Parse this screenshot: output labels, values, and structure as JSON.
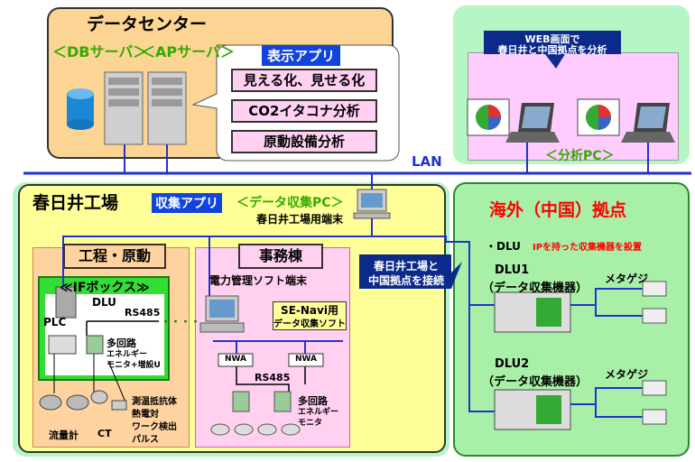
{
  "datacenter": {
    "title": "データセンター",
    "db_server": "＜DBサーバ＞",
    "ap_server": "＜APサーバ＞",
    "app_title": "表示アプリ",
    "apps": [
      "見える化、見せる化",
      "CO2イタコナ分析",
      "原動設備分析"
    ]
  },
  "analysis": {
    "callout_line1": "WEB画面で",
    "callout_line2": "春日井と中国拠点を分析",
    "pc_label": "＜分析PC＞"
  },
  "lan_label": "LAN",
  "kasugai": {
    "title": "春日井工場",
    "collect_app": "収集アプリ",
    "collect_pc": "＜データ収集PC＞",
    "collect_pc_sub": "春日井工場用端末",
    "process": {
      "title": "工程・原動",
      "if_box": "≪IFボックス≫",
      "plc": "PLC",
      "dlu": "DLU",
      "rs485": "RS485",
      "dots": "・・・・",
      "multi_line1": "多回路",
      "multi_line2": "エネルギー",
      "multi_line3": "モニタ+増設U",
      "sensors": [
        "測温抵抗体",
        "熱電対",
        "ワーク検出",
        "パルス"
      ],
      "flow": "流量計",
      "ct": "CT"
    },
    "office": {
      "title": "事務棟",
      "terminal": "電力管理ソフト端末",
      "soft_line1": "SE-Navi用",
      "soft_line2": "データ収集ソフト",
      "nwa": "NWA",
      "rs485": "RS485",
      "multi_line1": "多回路",
      "multi_line2": "エネルギー",
      "multi_line3": "モニタ"
    }
  },
  "connect_line1": "春日井工場と",
  "connect_line2": "中国拠点を接続",
  "overseas": {
    "title": "海外（中国）拠点",
    "note_prefix": "・DLU",
    "note_red": "IPを持った収集機器を設置",
    "dlu1_line1": "DLU1",
    "dlu1_line2": "（データ収集機器）",
    "dlu2_line1": "DLU2",
    "dlu2_line2": "（データ収集機器）",
    "meter": "メタゲジ"
  },
  "colors": {
    "datacenter_bg": "#fcd493",
    "kasugai_bg": "#ffff99",
    "overseas_bg": "#a8f0a8",
    "analysis_bg": "#ffccff",
    "process_bg": "#ffd3a0",
    "office_bg": "#ffd0f0",
    "ifbox_bg": "#33dd33",
    "lan": "#2233cc",
    "callout": "#0b2a8a",
    "app_title": "#1144dd",
    "overseas_title": "#ff0000"
  }
}
